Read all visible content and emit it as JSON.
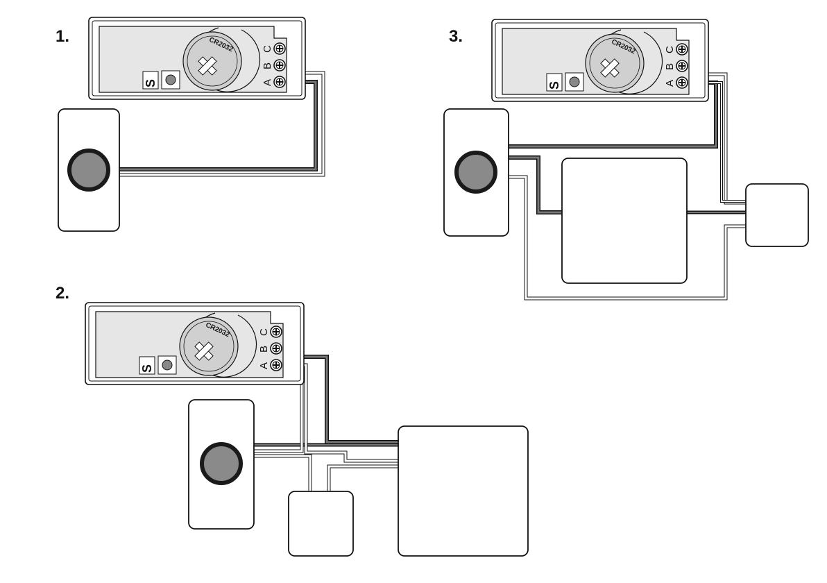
{
  "steps": [
    {
      "id": "1",
      "label": "1."
    },
    {
      "id": "2",
      "label": "2."
    },
    {
      "id": "3",
      "label": "3."
    }
  ],
  "module": {
    "battery_label": "CR2032",
    "switch_label": "S",
    "terminals": [
      "A",
      "B",
      "C"
    ]
  },
  "colors": {
    "line": "#111111",
    "panel": "#e6e6e6",
    "battery": "#d0d0d0",
    "button_ring": "#1a1a1a",
    "button_fill": "#8a8a8a",
    "wire_dark": "#666666"
  },
  "icons": {
    "battery": "coin-cell-battery-icon",
    "screw_terminal": "screw-terminal-icon",
    "push_button": "push-button-icon"
  }
}
